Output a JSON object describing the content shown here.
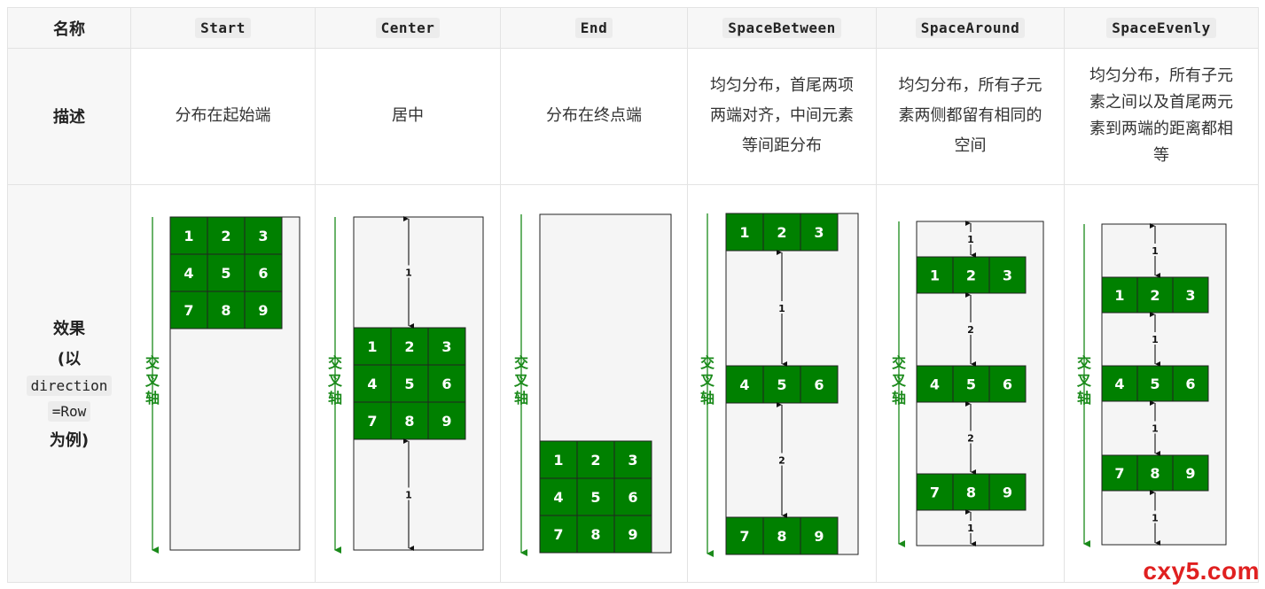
{
  "headers": {
    "name": "名称",
    "cols": [
      "Start",
      "Center",
      "End",
      "SpaceBetween",
      "SpaceAround",
      "SpaceEvenly"
    ]
  },
  "desc_row": {
    "label": "描述",
    "cols": [
      [
        "分布在起始端"
      ],
      [
        "居中"
      ],
      [
        "分布在终点端"
      ],
      [
        "均匀分布，首尾两项",
        "两端对齐，中间元素",
        "等间距分布"
      ],
      [
        "均匀分布，所有子元",
        "素两侧都留有相同的",
        "空间"
      ],
      [
        "均匀分布，所有子元",
        "素之间以及首尾两元",
        "素到两端的距离都相",
        "等"
      ]
    ]
  },
  "effect_row": {
    "label_1": "效果",
    "label_2": "(以",
    "label_3": "direction",
    "label_4": "=Row",
    "label_5": "为例)",
    "axis_label": "交叉轴",
    "numbers": [
      "1",
      "2",
      "3",
      "4",
      "5",
      "6",
      "7",
      "8",
      "9"
    ],
    "gap_labels": {
      "center": [
        "1",
        "1"
      ],
      "between": [
        "1",
        "2"
      ],
      "around": [
        "1",
        "2",
        "2",
        "1"
      ],
      "evenly": [
        "1",
        "1",
        "1",
        "1"
      ]
    }
  },
  "colors": {
    "cell_green": "#008000",
    "axis_green": "#1a8a1a",
    "container_fill": "#f5f5f5",
    "watermark": "#e02020"
  },
  "watermark": "cxy5.com"
}
